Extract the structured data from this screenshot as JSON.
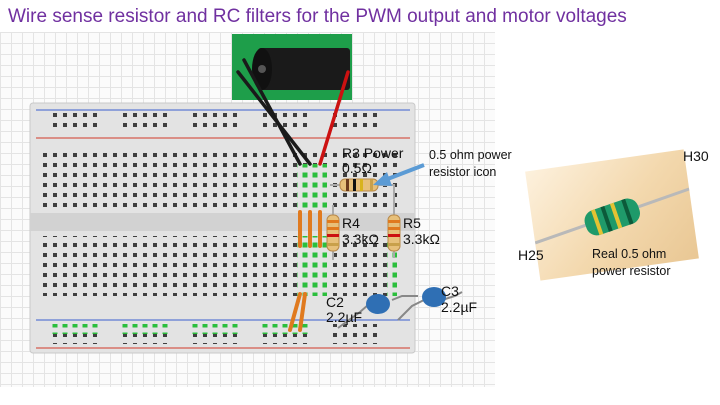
{
  "title": "Wire sense resistor and RC filters for the PWM output and motor voltages",
  "colors": {
    "title": "#7030a0",
    "wire_black": "#1a1a1a",
    "wire_red": "#cc1111",
    "jumper_orange": "#e07a1f",
    "cap_blue": "#2f6fb4",
    "breadboard": "#e3e3e3",
    "hole_green": "#2bbf3c",
    "callout_arrow": "#5b9bd5",
    "rail_blue": "#3b5fcf",
    "rail_red": "#d23a2a",
    "pcb_green": "#1e9e4a"
  },
  "labels": {
    "r3_name": "R3 Power",
    "r3_value": "0.5Ω",
    "r4_name": "R4",
    "r4_value": "3.3kΩ",
    "r5_name": "R5",
    "r5_value": "3.3kΩ",
    "c2_name": "C2",
    "c2_value": "2.2µF",
    "c3_name": "C3",
    "c3_value": "2.2µF"
  },
  "callout": {
    "line1": "0.5 ohm power",
    "line2": "resistor icon"
  },
  "photo": {
    "caption_line1": "Real 0.5 ohm",
    "caption_line2": "power resistor",
    "pin_left": "H25",
    "pin_right": "H30"
  }
}
